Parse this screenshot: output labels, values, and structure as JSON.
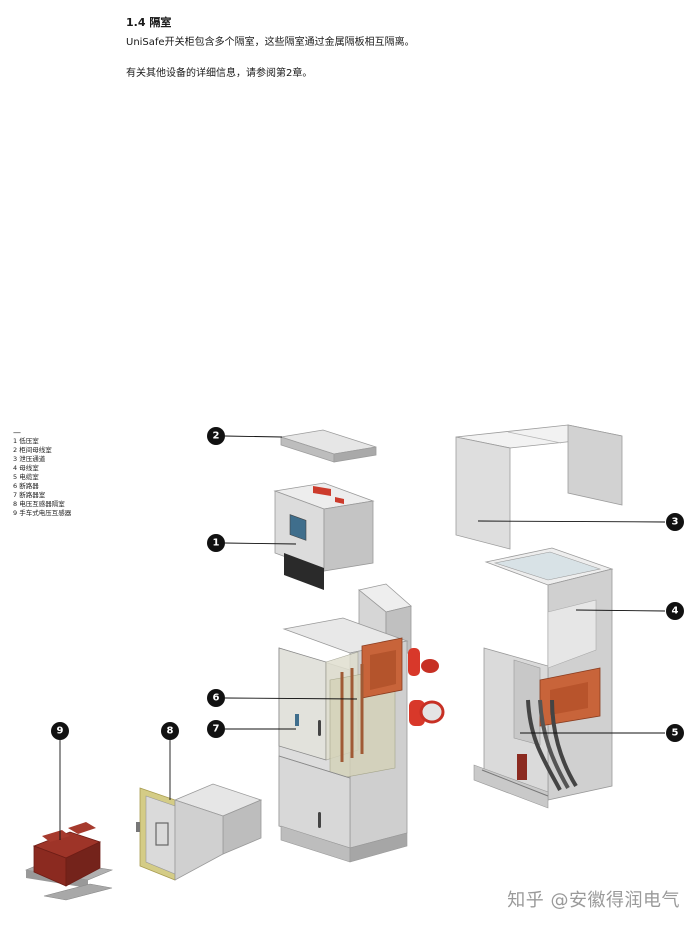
{
  "section": {
    "title": "1.4 隔室",
    "body": "UniSafe开关柜包含多个隔室，这些隔室通过金属隔板相互隔离。",
    "note": "有关其他设备的详细信息，请参阅第2章。"
  },
  "legend": {
    "dash": "—",
    "items": [
      {
        "label": "1 低压室"
      },
      {
        "label": "2 柜间母线室"
      },
      {
        "label": "3 泄压通道"
      },
      {
        "label": "4 母线室"
      },
      {
        "label": "5 电缆室"
      },
      {
        "label": "6 断路器"
      },
      {
        "label": "7 断路器室"
      },
      {
        "label": "8 电压互感器隔室"
      },
      {
        "label": "9 手车式电压互感器"
      }
    ]
  },
  "callouts": [
    "1",
    "2",
    "3",
    "4",
    "5",
    "6",
    "7",
    "8",
    "9"
  ],
  "watermark": "知乎 @安徽得润电气",
  "colors": {
    "callout_fill": "#111111",
    "panel_light": "#e4e4e4",
    "panel_mid": "#c9c9c9",
    "panel_dark": "#a8a8a8",
    "copper": "#c8643a",
    "insulator_red": "#d8382a",
    "vt_brown": "#8b2a20",
    "frame_yellow": "#d9c970"
  }
}
